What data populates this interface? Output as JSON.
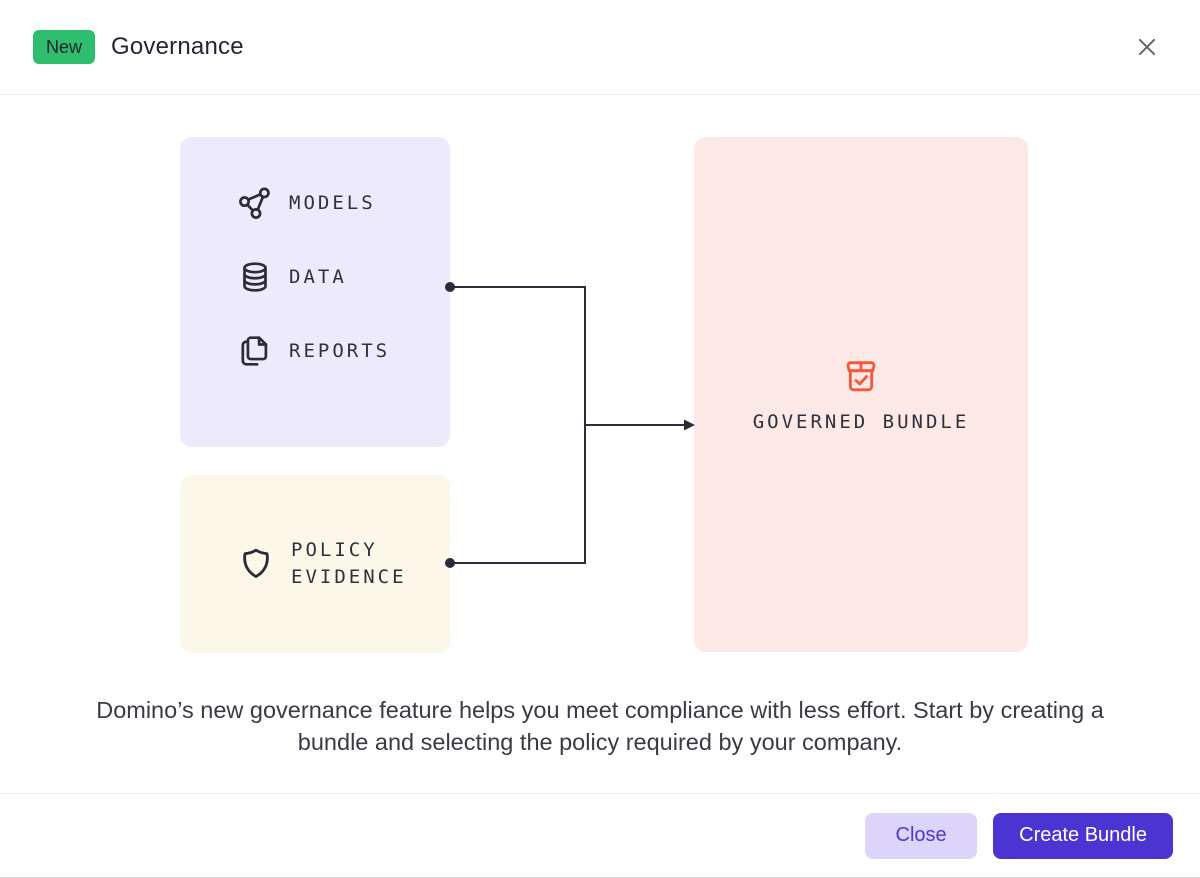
{
  "header": {
    "badge": "New",
    "title": "Governance",
    "close_icon": "x-icon"
  },
  "diagram": {
    "inputs_box": {
      "bg": "#eceafb",
      "items": [
        {
          "icon": "models-icon",
          "label": "MODELS"
        },
        {
          "icon": "data-icon",
          "label": "DATA"
        },
        {
          "icon": "reports-icon",
          "label": "REPORTS"
        }
      ]
    },
    "policy_box": {
      "bg": "#fbf8e9",
      "icon": "shield-icon",
      "label": "POLICY EVIDENCE"
    },
    "bundle_box": {
      "bg": "#fce9e5",
      "icon": "package-check-icon",
      "icon_color": "#f5583b",
      "label": "GOVERNED BUNDLE"
    }
  },
  "description": "Domino’s new governance feature helps you meet compliance with less effort. Start by creating a bundle and selecting the policy required by your company.",
  "footer": {
    "close_label": "Close",
    "create_label": "Create Bundle"
  },
  "colors": {
    "badge_green": "#2ebe6e",
    "accent_purple": "#4b34d2",
    "close_button_bg": "#dcd5f9",
    "bundle_orange": "#f5583b",
    "connector": "#2c2c38"
  }
}
